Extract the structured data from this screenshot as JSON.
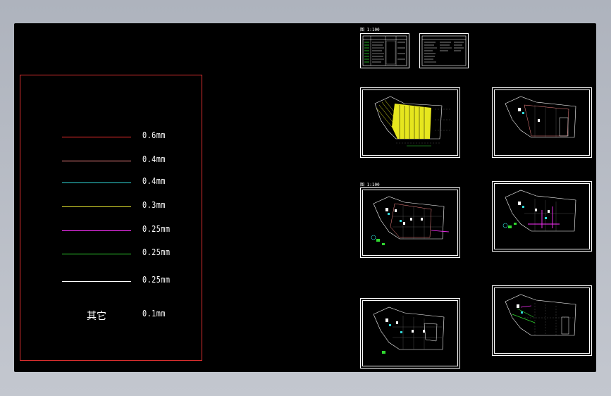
{
  "legend": {
    "rows": [
      {
        "text": "0.6mm",
        "color": "#ff3030"
      },
      {
        "text": "0.4mm",
        "color": "#ff8a8a"
      },
      {
        "text": "0.4mm",
        "color": "#30d8d8"
      },
      {
        "text": "0.3mm",
        "color": "#e6e630"
      },
      {
        "text": "0.25mm",
        "color": "#ff30ff"
      },
      {
        "text": "0.25mm",
        "color": "#30d830"
      },
      {
        "text": "0.25mm",
        "color": "#ffffff"
      }
    ],
    "other_label": "其它",
    "other_value": "0.1mm"
  },
  "sheets": {
    "label_top": "图 1:100",
    "label_mid": "图 1:100"
  },
  "colors": {
    "frame": "#e03030",
    "background": "#000000",
    "window": "#b7bcc5"
  }
}
